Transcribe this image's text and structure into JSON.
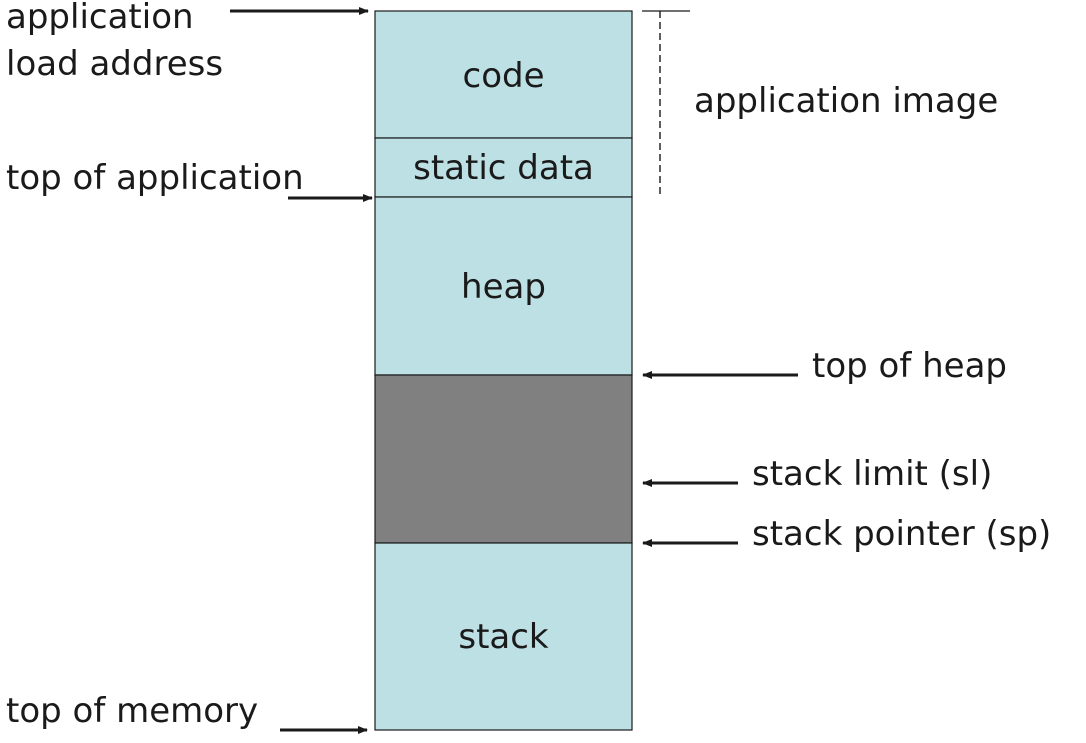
{
  "labels": {
    "load_address_line1": "application",
    "load_address_line2": "load address",
    "top_of_application": "top of application",
    "top_of_memory": "top of memory",
    "application_image": "application image",
    "top_of_heap": "top of heap",
    "stack_limit": "stack limit (sl)",
    "stack_pointer": "stack pointer (sp)"
  },
  "segments": {
    "code": "code",
    "static_data": "static data",
    "heap": "heap",
    "free": "",
    "stack": "stack"
  },
  "colors": {
    "segment_fill": "#bce0e4",
    "free_fill": "#808080",
    "outline": "#1a1a1a"
  }
}
